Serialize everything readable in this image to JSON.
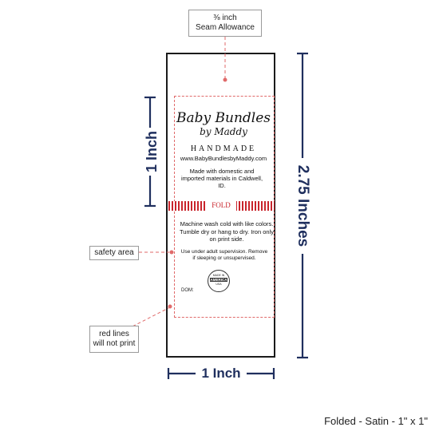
{
  "seam_callout": {
    "line1": "⅜ inch",
    "line2": "Seam Allowance"
  },
  "safety_callout": {
    "text": "safety area"
  },
  "redlines_callout": {
    "line1": "red lines",
    "line2": "will not print"
  },
  "label": {
    "brand_line1": "Baby Bundles",
    "brand_line2": "by Maddy",
    "handmade": "HANDMADE",
    "website": "www.BabyBundlesbyMaddy.com",
    "origin": "Made with domestic and imported materials in Caldwell, ID.",
    "fold": "FOLD",
    "care": "Machine wash cold with like colors. Tumble dry or hang to dry. Iron only on print side.",
    "supervision": "Use under adult supervision. Remove if sleeping or unsupervised.",
    "seal_top": "MADE IN",
    "seal_mid": "AMERICA",
    "seal_bottom": "USA",
    "dom": "DOM:"
  },
  "dimensions": {
    "height_fold": "1 Inch",
    "height_total": "2.75 Inches",
    "width": "1 Inch"
  },
  "footer": {
    "caption": "Folded - Satin - 1\" x 1\""
  },
  "colors": {
    "dimension": "#1f2f5e",
    "redline": "#e06a6a",
    "fold": "#c9252c"
  }
}
